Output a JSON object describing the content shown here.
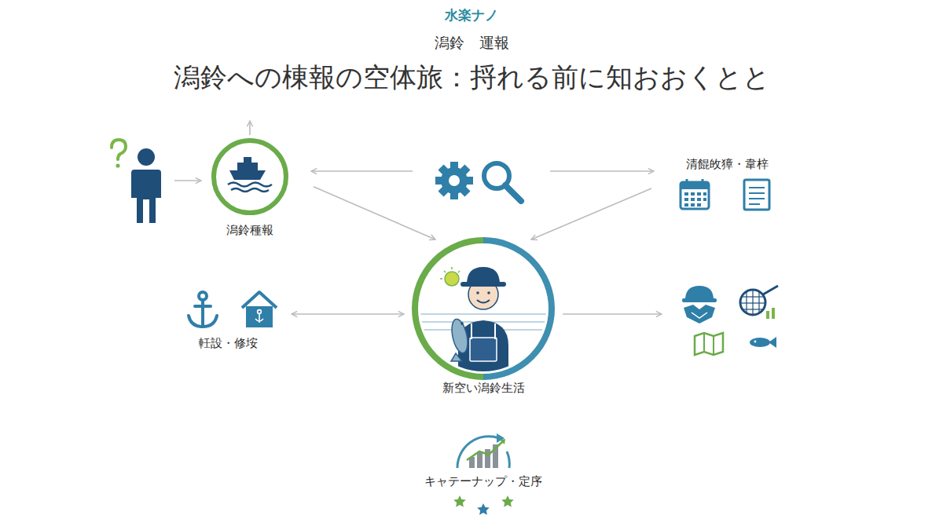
{
  "diagram": {
    "title": "潟鈴への棟報の空体旅：捋れる前に知おおくとと",
    "nodes": [
      {
        "text": [
          "潟鈴種報"
        ]
      },
      {
        "text": [
          "清餛敀獐・韋梓"
        ]
      },
      {
        "text": [
          "軠設・修垵"
        ]
      },
      {
        "text": [
          "新空い潟鈴生活"
        ]
      },
      {
        "text": [
          "キャテーナップ・定序"
        ]
      }
    ],
    "edges": [
      {
        "from": 0,
        "to": 3,
        "arrow": "to"
      },
      {
        "from": 1,
        "to": 3,
        "arrow": "to"
      },
      {
        "from": 2,
        "to": 3,
        "arrow": "both"
      }
    ],
    "labels": [
      "水楽ナノ",
      "潟鈴　運報"
    ]
  }
}
